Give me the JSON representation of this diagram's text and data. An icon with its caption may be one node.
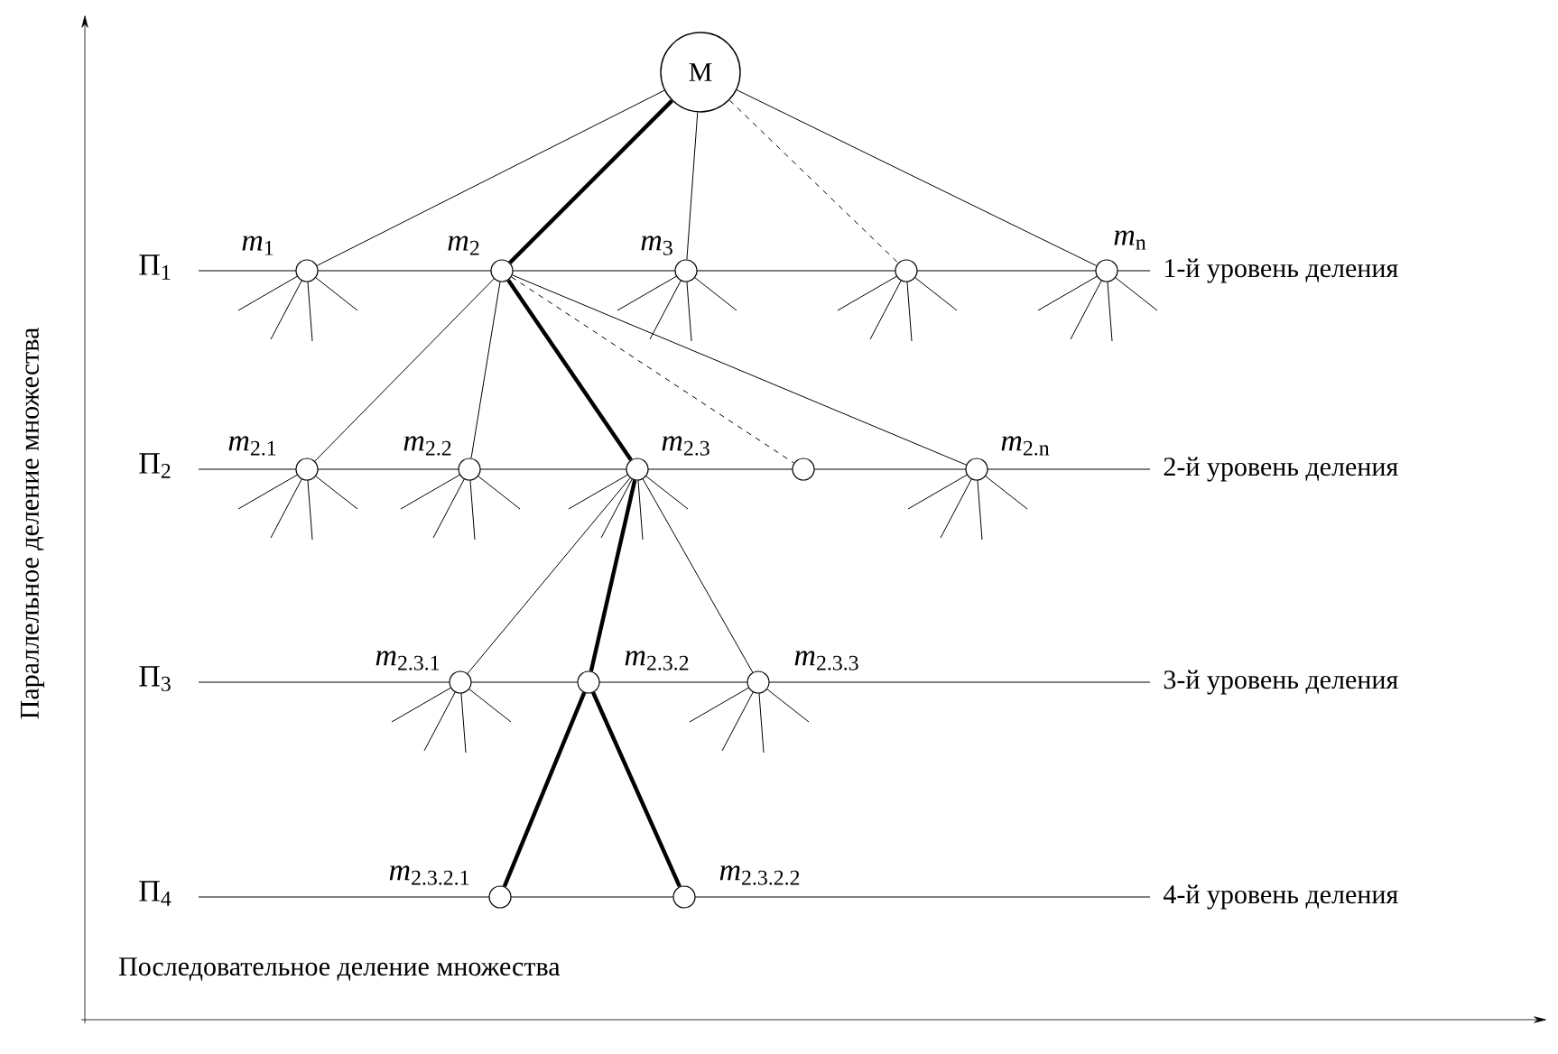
{
  "diagram": {
    "nodes": [
      {
        "text": [
          "М"
        ]
      },
      {
        "text": [],
        "shape": "circle",
        "beside": [
          "*m*$_{1}$"
        ]
      },
      {
        "text": [],
        "shape": "circle",
        "beside": [
          "*m*$_{2}$"
        ]
      },
      {
        "text": [],
        "shape": "circle",
        "beside": [
          "*m*$_{3}$"
        ]
      },
      {
        "text": [],
        "shape": "circle"
      },
      {
        "text": [],
        "shape": "circle",
        "beside": [
          "*m*$_{n}$"
        ]
      },
      {
        "text": [],
        "shape": "circle",
        "beside": [
          "*m*$_{2.1}$"
        ]
      },
      {
        "text": [],
        "shape": "circle",
        "beside": [
          "*m*$_{2.2}$"
        ]
      },
      {
        "text": [],
        "shape": "circle",
        "beside": [
          "*m*$_{2.3}$"
        ]
      },
      {
        "text": [],
        "shape": "circle"
      },
      {
        "text": [],
        "shape": "circle",
        "beside": [
          "*m*$_{2.n}$"
        ]
      },
      {
        "text": [],
        "shape": "circle",
        "beside": [
          "*m*$_{2.3.1}$"
        ]
      },
      {
        "text": [],
        "shape": "circle",
        "beside": [
          "*m*$_{2.3.2}$"
        ]
      },
      {
        "text": [],
        "shape": "circle",
        "beside": [
          "*m*$_{2.3.3}$"
        ]
      },
      {
        "text": [],
        "shape": "circle",
        "beside": [
          "*m*$_{2.3.2.1}$"
        ]
      },
      {
        "text": [],
        "shape": "circle",
        "beside": [
          "*m*$_{2.3.2.2}$"
        ]
      }
    ],
    "edges": [
      {
        "from": 0,
        "to": 1,
        "arrow": "none"
      },
      {
        "from": 0,
        "to": 2,
        "arrow": "none",
        "style": "thick"
      },
      {
        "from": 0,
        "to": 3,
        "arrow": "none"
      },
      {
        "from": 0,
        "to": 4,
        "arrow": "none",
        "style": "dashed"
      },
      {
        "from": 0,
        "to": 5,
        "arrow": "none"
      },
      {
        "from": 2,
        "to": 6,
        "arrow": "none"
      },
      {
        "from": 2,
        "to": 7,
        "arrow": "none"
      },
      {
        "from": 2,
        "to": 8,
        "arrow": "none",
        "style": "thick"
      },
      {
        "from": 2,
        "to": 9,
        "arrow": "none",
        "style": "dashed"
      },
      {
        "from": 2,
        "to": 10,
        "arrow": "none"
      },
      {
        "from": 8,
        "to": 11,
        "arrow": "none"
      },
      {
        "from": 8,
        "to": 12,
        "arrow": "none",
        "style": "thick"
      },
      {
        "from": 8,
        "to": 13,
        "arrow": "none"
      },
      {
        "from": 12,
        "to": 14,
        "arrow": "none",
        "style": "thick"
      },
      {
        "from": 12,
        "to": 15,
        "arrow": "none",
        "style": "thick"
      }
    ],
    "labels": [
      "П$_{1}$",
      "1-й уровень деления",
      "П$_{2}$",
      "2-й уровень деления",
      "П$_{3}$",
      "3-й уровень деления",
      "П$_{4}$",
      "4-й уровень деления",
      "Параллельное деление множества",
      "Последовательное деление множества"
    ]
  }
}
